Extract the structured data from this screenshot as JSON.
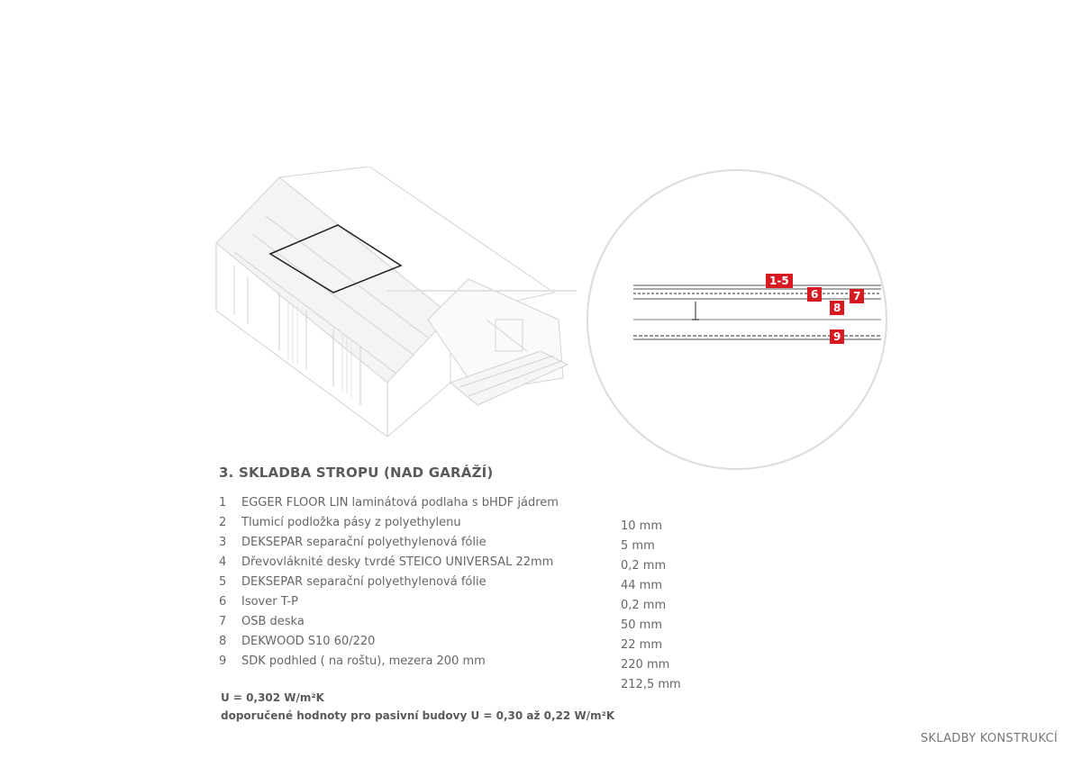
{
  "section": {
    "title": "3. SKLADBA STROPU (NAD GARÁŽÍ)"
  },
  "detail_tags": [
    "1-5",
    "6",
    "7",
    "8",
    "9"
  ],
  "layers": [
    {
      "num": "1",
      "label": "EGGER FLOOR LIN laminátová podlaha s bHDF jádrem",
      "thickness": "10 mm"
    },
    {
      "num": "2",
      "label": "Tlumicí podložka pásy z polyethylenu",
      "thickness": "5 mm"
    },
    {
      "num": "3",
      "label": "DEKSEPAR separační polyethylenová fólie",
      "thickness": "0,2 mm"
    },
    {
      "num": "4",
      "label": "Dřevovláknité desky tvrdé STEICO UNIVERSAL 22mm",
      "thickness": "44 mm"
    },
    {
      "num": "5",
      "label": "DEKSEPAR  separační polyethylenová fólie",
      "thickness": "0,2 mm"
    },
    {
      "num": "6",
      "label": "Isover T-P",
      "thickness": "50 mm"
    },
    {
      "num": "7",
      "label": "OSB deska",
      "thickness": "22 mm"
    },
    {
      "num": "8",
      "label": "DEKWOOD S10 60/220",
      "thickness": "220 mm"
    },
    {
      "num": "9",
      "label": "SDK podhled ( na roštu), mezera 200 mm",
      "thickness": "212,5 mm"
    }
  ],
  "u_value": "U = 0,302 W/m²K",
  "recommendation": "doporučené hodnoty pro pasivní budovy U = 0,30 až 0,22 W/m²K",
  "footer": "SKLADBY KONSTRUKCÍ",
  "colors": {
    "tag_red": "#d71921",
    "text_gray": "#5a5a5a",
    "line_gray": "#cfcfcf"
  }
}
